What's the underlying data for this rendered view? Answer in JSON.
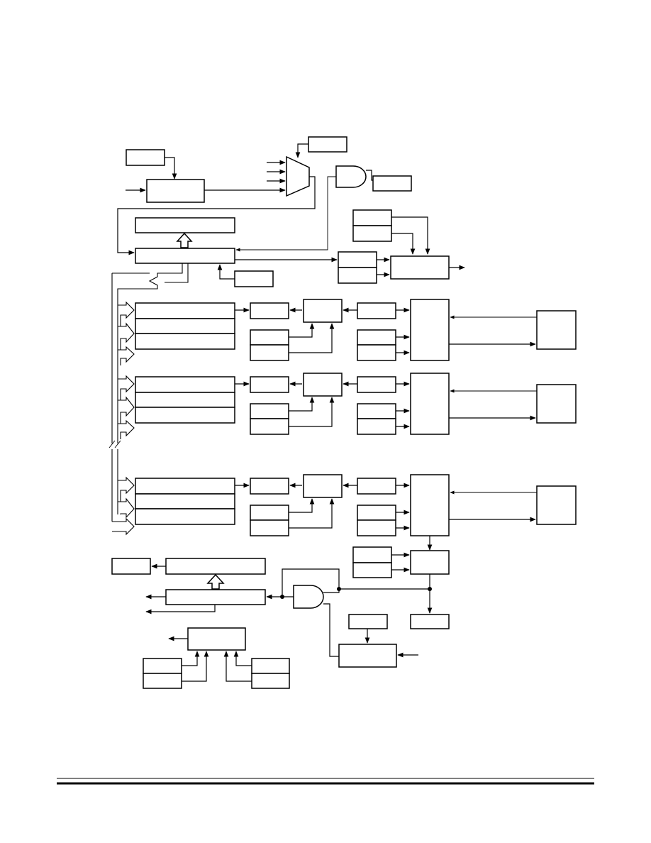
{
  "diagram": {
    "title": "",
    "labels": {},
    "channels": [
      {
        "id": "channel-1"
      },
      {
        "id": "channel-2"
      },
      {
        "id": "channel-n"
      }
    ]
  },
  "colors": {
    "line": "#000000",
    "background": "#ffffff"
  }
}
